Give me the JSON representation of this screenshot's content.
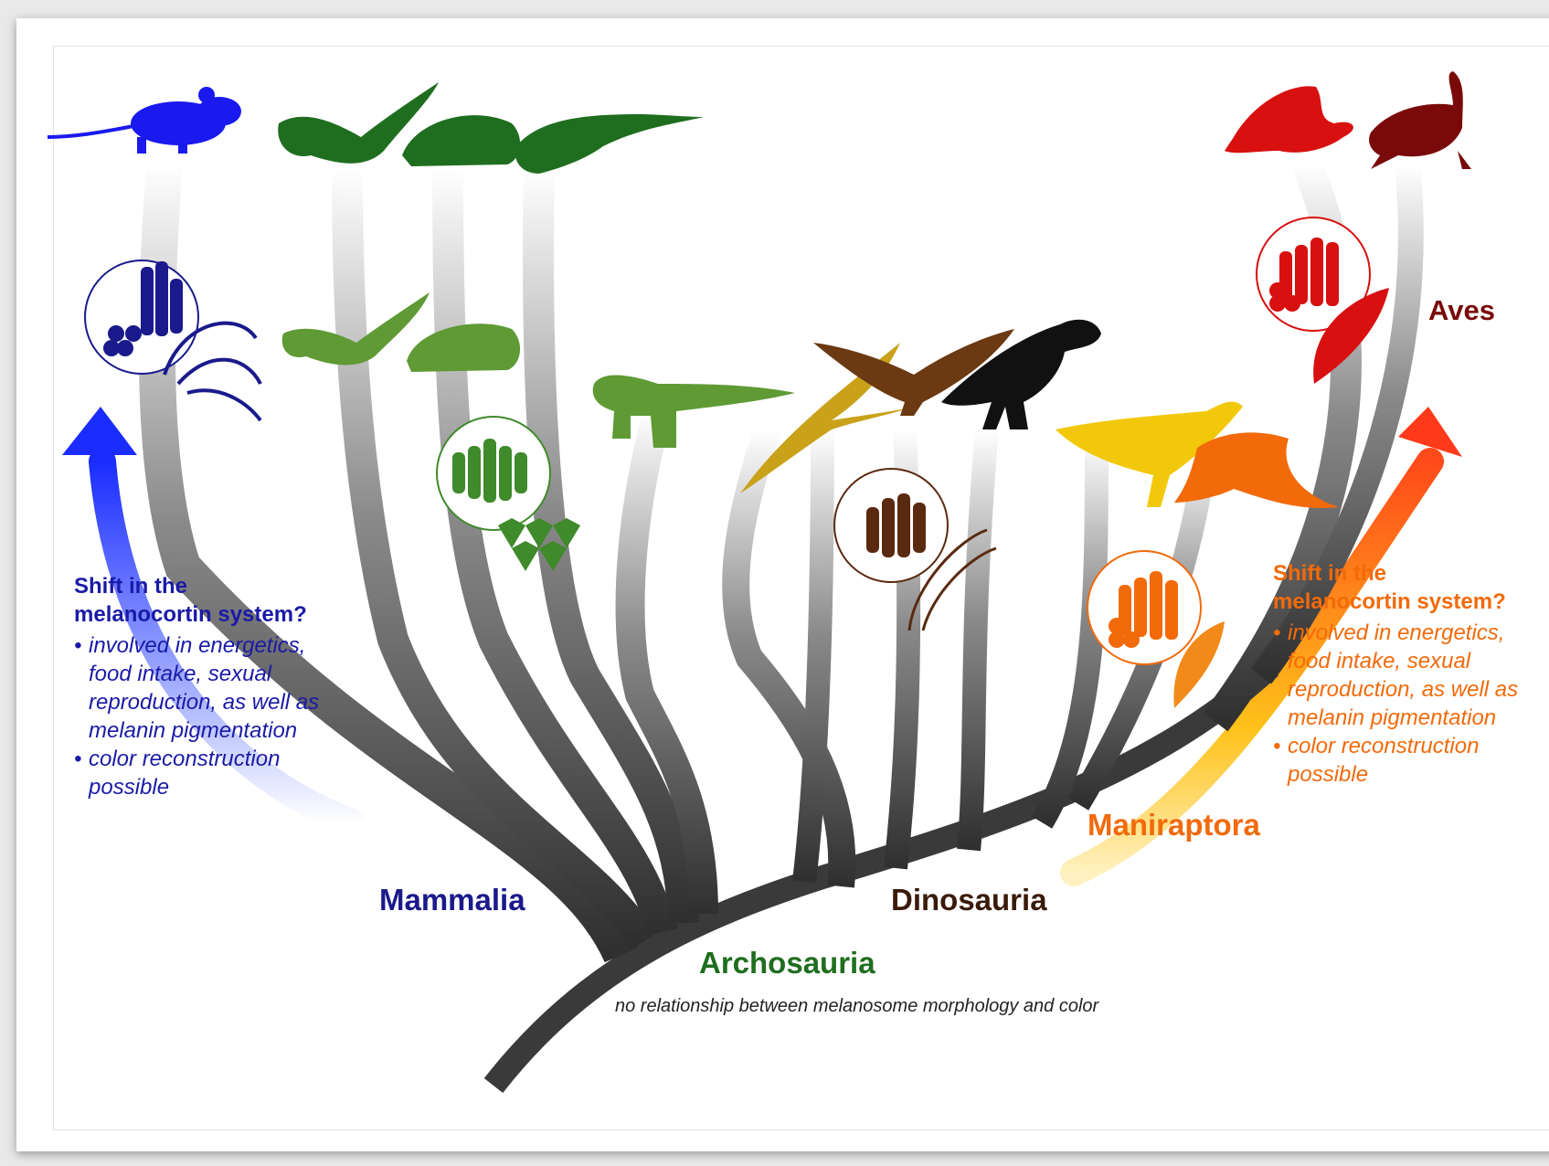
{
  "clades": {
    "mammalia": "Mammalia",
    "archosauria": "Archosauria",
    "dinosauria": "Dinosauria",
    "maniraptora": "Maniraptora",
    "aves": "Aves"
  },
  "archosauria_note": "no relationship between melanosome morphology and color",
  "left_box": {
    "heading": [
      "Shift in the",
      "melanocortin system?"
    ],
    "bullet1": [
      "involved in energetics,",
      "food intake, sexual",
      "reproduction, as well as",
      "melanin pigmentation"
    ],
    "bullet2": [
      "color reconstruction",
      "possible"
    ]
  },
  "right_box": {
    "heading": [
      "Shift in the",
      "melanocortin system?"
    ],
    "bullet1": [
      "involved in energetics,",
      "food intake, sexual",
      "reproduction, as well as",
      "melanin pigmentation"
    ],
    "bullet2": [
      "color reconstruction",
      "possible"
    ]
  },
  "colors": {
    "mammalia": "#1a1a8c",
    "mammal_icon": "#1a1aee",
    "living_reptiles": "#1f6e1f",
    "fossil_reptiles": "#5f9a35",
    "archosauria": "#1f6e1f",
    "dinosauria": "#3a1a0a",
    "pterosaur": "#c9a21a",
    "dinosaur_brown": "#6b3a12",
    "theropod_black": "#111111",
    "maniraptora": "#f26a0a",
    "feathered_yellow": "#f2c80a",
    "aves": "#7a0a0a",
    "bird_red": "#d81010",
    "branch_dark": "#3a3a3a"
  }
}
